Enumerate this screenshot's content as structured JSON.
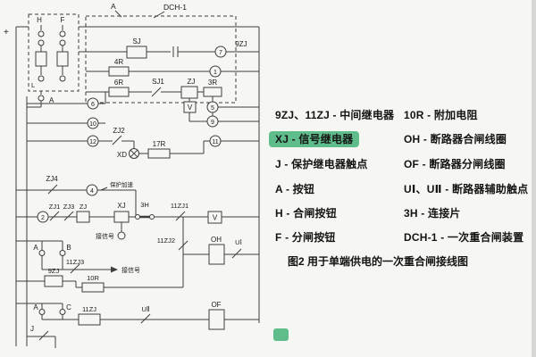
{
  "schematic": {
    "labels": {
      "plus": "+",
      "a_top": "A",
      "dch1": "DCH-1",
      "h": "H",
      "f": "F",
      "l": "L",
      "a_sub": "A",
      "sj": "SJ",
      "zj9_top": "9ZJ",
      "r4": "4R",
      "r6": "6R",
      "sj1": "SJ1",
      "zj_coil": "ZJ",
      "v_top": "V",
      "r3": "3R",
      "zj2": "ZJ2",
      "xd": "XD",
      "r17": "17R",
      "zj4": "ZJ4",
      "protect": "保护加速",
      "zj1": "ZJ1",
      "zj3": "ZJ3",
      "zj_mid": "ZJ",
      "xj": "XJ",
      "h3": "3H",
      "zj11_1": "11ZJ1",
      "v_mid": "V",
      "signal1": "接信号",
      "zj11_2": "11ZJ2",
      "oh": "OH",
      "u1": "UⅠ",
      "a1": "A",
      "b1": "B",
      "zj11_3": "11ZJ3",
      "signal2": "接信号",
      "zj9": "9ZJ",
      "r10": "10R",
      "a2": "A",
      "c1": "C",
      "zj11": "11ZJ",
      "u2": "UⅡ",
      "of": "OF",
      "j": "J"
    },
    "terminals": {
      "t1": "1",
      "t2": "2",
      "t4": "4",
      "t5": "5",
      "t6": "6",
      "t7": "7",
      "t9": "9",
      "t10": "10",
      "t11": "11",
      "t12": "12"
    }
  },
  "legend": {
    "left": [
      {
        "text": "9ZJ、11ZJ - 中间继电器"
      },
      {
        "text": "XJ - 信号继电器"
      },
      {
        "text": "J - 保护继电器触点"
      },
      {
        "text": "A - 按钮"
      },
      {
        "text": "H - 合闸按钮"
      },
      {
        "text": "F - 分闸按钮"
      }
    ],
    "right": [
      {
        "text": "10R - 附加电阻"
      },
      {
        "text": "OH - 断路器合闸线圈"
      },
      {
        "text": "OF - 断路器分闸线圈"
      },
      {
        "text": "UⅠ、UⅡ - 断路器辅助触点"
      },
      {
        "text": "3H - 连接片"
      },
      {
        "text": "DCH-1 - 一次重合闸装置"
      }
    ],
    "caption": "图2  用于单端供电的一次重合闸接线图"
  },
  "colors": {
    "highlight_green": "#5fbd8b",
    "line": "#3d3d3d",
    "background": "#f6f6f2"
  }
}
